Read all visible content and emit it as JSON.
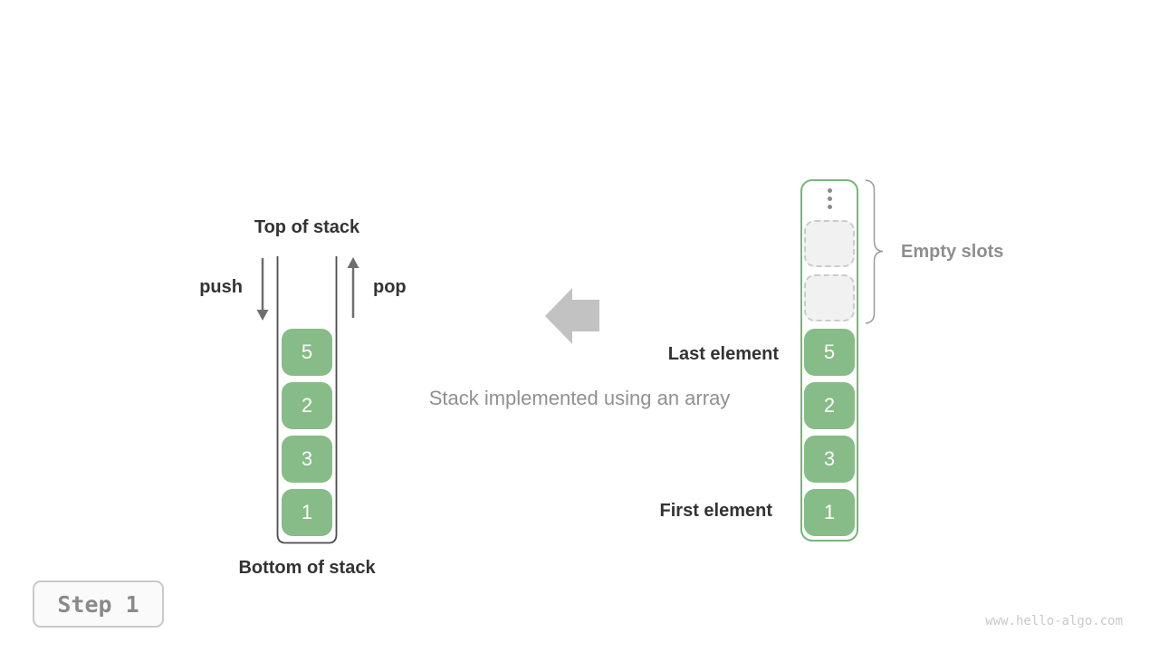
{
  "colors": {
    "block_green": "#87bb87",
    "container_border_green": "#79b479",
    "dark_text": "#333333",
    "gray_text": "#8e8e8e",
    "arrow_gray": "#6e6e6e",
    "big_arrow_gray": "#c2c2c2",
    "empty_slot_bg": "#f1f1f1",
    "empty_slot_border": "#cbcbcb"
  },
  "left_stack": {
    "top_label": "Top of stack",
    "push_label": "push",
    "pop_label": "pop",
    "bottom_label": "Bottom of stack",
    "blocks": [
      "5",
      "2",
      "3",
      "1"
    ]
  },
  "center": {
    "caption": "Stack implemented using an array"
  },
  "right_array": {
    "empty_slot_count": 2,
    "empty_slots_label": "Empty slots",
    "last_element_label": "Last element",
    "first_element_label": "First element",
    "blocks": [
      "5",
      "2",
      "3",
      "1"
    ]
  },
  "footer": {
    "step_label": "Step 1",
    "watermark": "www.hello-algo.com"
  }
}
